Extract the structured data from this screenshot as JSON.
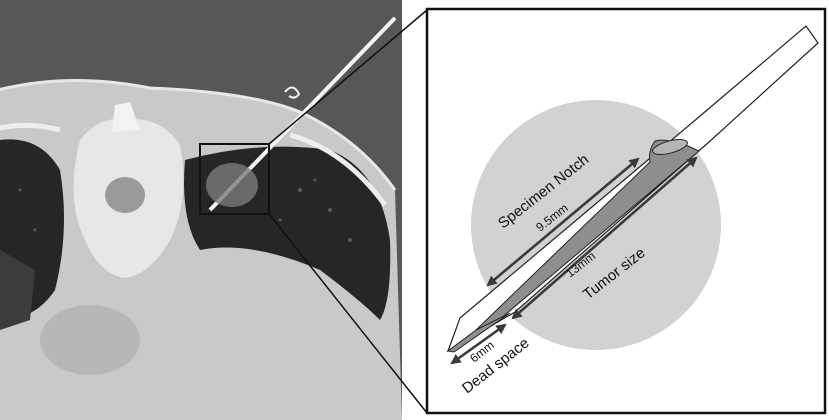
{
  "figure": {
    "labels": {
      "specimen_notch": "Specimen Notch",
      "notch_length": "9.5mm",
      "tumor_size_value": "13mm",
      "tumor_size": "Tumor size",
      "dead_space_value": "6mm",
      "dead_space": "Dead space"
    },
    "colors": {
      "tumor": "#d2d2d2",
      "needle_outline": "#222222",
      "notch_fill": "#8e8e8e",
      "arrow": "#3a3a3a",
      "ct_background": "#575757",
      "lung": "#262626",
      "soft_tissue": "#c9c9c9"
    }
  }
}
